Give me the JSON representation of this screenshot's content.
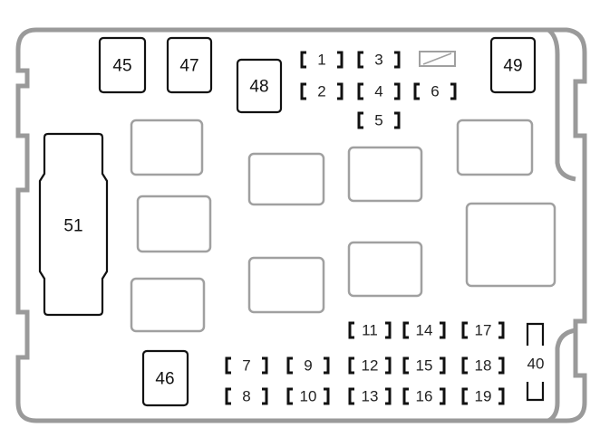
{
  "title": "Fuse box diagram",
  "large_fuses": {
    "f45": "45",
    "f47": "47",
    "f48": "48",
    "f49": "49",
    "f46": "46",
    "f51": "51",
    "f40": "40"
  },
  "small_fuses": {
    "f1": "1",
    "f2": "2",
    "f3": "3",
    "f4": "4",
    "f5": "5",
    "f6": "6",
    "f7": "7",
    "f8": "8",
    "f9": "9",
    "f10": "10",
    "f11": "11",
    "f12": "12",
    "f13": "13",
    "f14": "14",
    "f15": "15",
    "f16": "16",
    "f17": "17",
    "f18": "18",
    "f19": "19"
  }
}
